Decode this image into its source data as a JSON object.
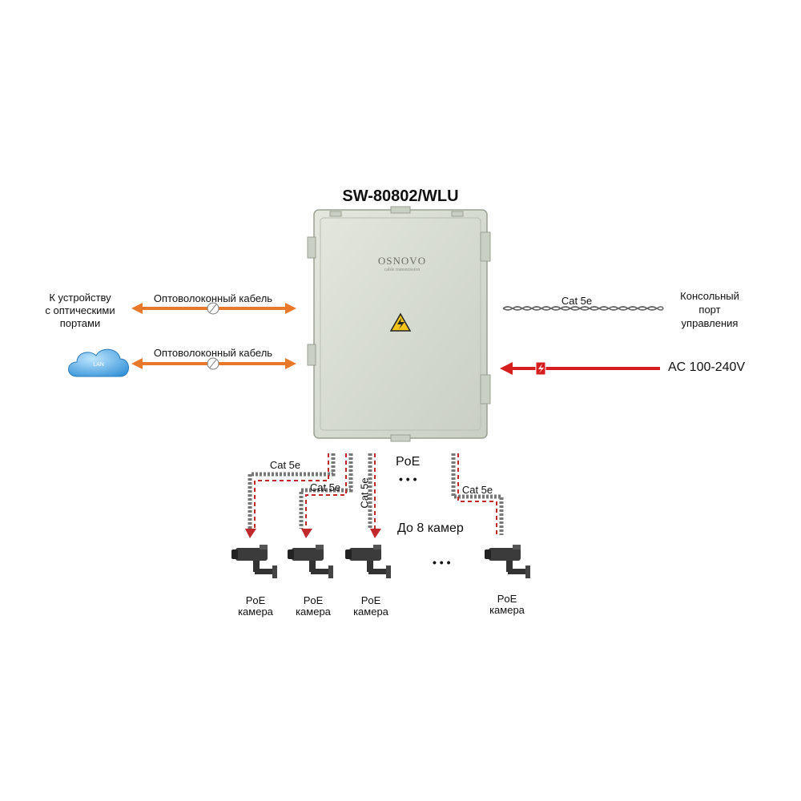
{
  "title": "SW-80802/WLU",
  "box": {
    "brand": "OSNOVO",
    "brand_sub": "cable transmission"
  },
  "left": {
    "device_label_line1": "К устройству",
    "device_label_line2": "с оптическими",
    "device_label_line3": "портами",
    "fiber_label_1": "Оптоволоконный кабель",
    "fiber_label_2": "Оптоволоконный кабель",
    "lan_label": "LAN"
  },
  "right": {
    "cat5e_label": "Cat 5e",
    "console_line1": "Консольный",
    "console_line2": "порт",
    "console_line3": "управления",
    "power_label": "AC 100-240V"
  },
  "bottom": {
    "cable_labels": [
      "Cat 5e",
      "Cat 5e",
      "Cat 5e",
      "Cat 5e"
    ],
    "poe_label": "PoE",
    "dots_top": "• • •",
    "dots_bottom": "• • •",
    "up_to_label": "До 8 камер",
    "cameras": [
      {
        "line1": "PoE",
        "line2": "камера"
      },
      {
        "line1": "PoE",
        "line2": "камера"
      },
      {
        "line1": "PoE",
        "line2": "камера"
      },
      {
        "line1": "PoE",
        "line2": "камера"
      }
    ]
  },
  "colors": {
    "fiber": "#e8782a",
    "power": "#d51f1f",
    "cable": "#666666",
    "dash": "#c0282a",
    "box": "#d6dbcf",
    "cloud": "#4aa3df"
  }
}
